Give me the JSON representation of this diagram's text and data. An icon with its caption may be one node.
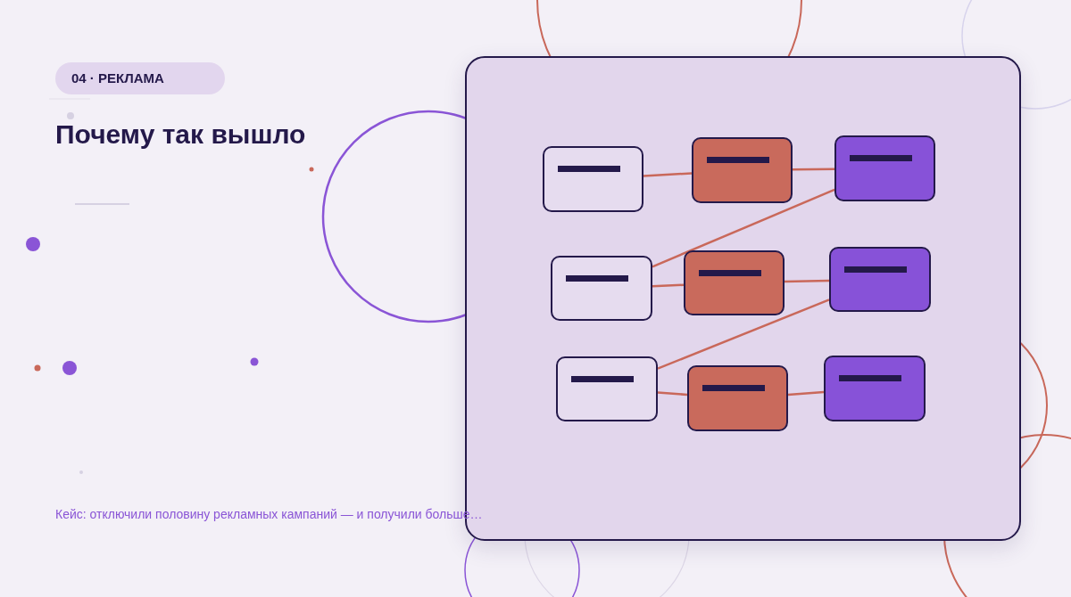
{
  "diagram": {
    "title": "Почему так вышло",
    "caption": "Кейс: отключили половину рекламных кампаний — и получили больше…",
    "labels": [
      "04 · РЕКЛАМА"
    ],
    "nodes": [
      {
        "text": [],
        "shape": "box"
      },
      {
        "text": [],
        "shape": "box"
      },
      {
        "text": [],
        "shape": "box"
      },
      {
        "text": [],
        "shape": "box"
      },
      {
        "text": [],
        "shape": "box"
      },
      {
        "text": [],
        "shape": "box"
      },
      {
        "text": [],
        "shape": "box"
      },
      {
        "text": [],
        "shape": "box"
      },
      {
        "text": [],
        "shape": "box"
      }
    ],
    "edges": [
      {
        "from": 0,
        "to": 1,
        "arrow": "none"
      },
      {
        "from": 1,
        "to": 2,
        "arrow": "none"
      },
      {
        "from": 2,
        "to": 3,
        "arrow": "none"
      },
      {
        "from": 3,
        "to": 4,
        "arrow": "none"
      },
      {
        "from": 4,
        "to": 5,
        "arrow": "none"
      },
      {
        "from": 5,
        "to": 6,
        "arrow": "none"
      },
      {
        "from": 6,
        "to": 7,
        "arrow": "none"
      },
      {
        "from": 7,
        "to": 8,
        "arrow": "none"
      }
    ]
  }
}
